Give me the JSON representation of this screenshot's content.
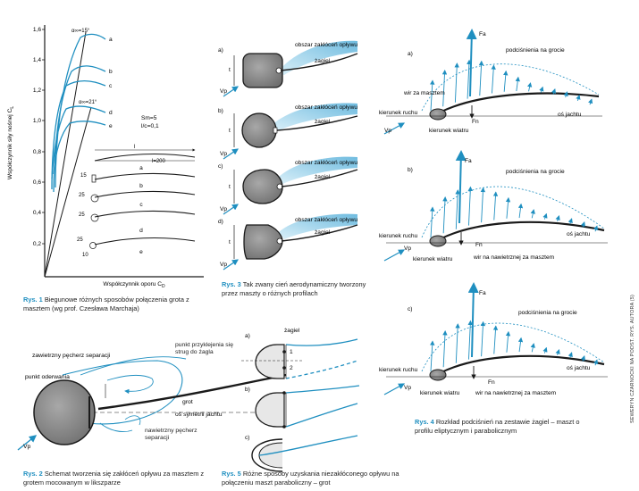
{
  "colors": {
    "accent": "#1f8fc0",
    "light_blue": "#bfe3f3",
    "dark": "#1a1a1a",
    "body_grey": "#8a8a8a"
  },
  "fig1": {
    "ylabel": "Współczynnik siły nośnej C",
    "ylabel_sub": "L",
    "xlabel": "Współczynnik oporu C",
    "xlabel_sub": "D",
    "y_ticks": [
      "0,2",
      "0,4",
      "0,6",
      "0,8",
      "1,0",
      "1,2",
      "1,4",
      "1,6"
    ],
    "alpha_15": "α∞=15°",
    "alpha_21": "α∞=21°",
    "curve_labels": [
      "a",
      "b",
      "c",
      "d",
      "e"
    ],
    "sm_label": "Sm=5",
    "lc_label": "l/c=0,1",
    "dim_l": "l",
    "dim_l200": "l=200",
    "dim_15": "15",
    "dim_25a": "25",
    "dim_25b": "25",
    "dim_25c": "25",
    "dim_10": "10",
    "caption_label": "Rys. 1",
    "caption_text": "Biegunowe różnych sposobów połączenia grota z masztem (wg prof. Czesława Marchaja)"
  },
  "fig2": {
    "leeward_bubble": "zawietrzny pęcherz separacji",
    "reattach_point": "punkt przyklejenia się strug do żagla",
    "separation_point": "punkt oderwania",
    "mainsail": "grot",
    "symmetry_axis": "oś symetrii jachtu",
    "windward_bubble": "nawietrzny pęcherz separacji",
    "vp": "Vp",
    "caption_label": "Rys. 2",
    "caption_text": "Schemat tworzenia się zakłóceń opływu za masztem z grotem mocowanym w likszparze"
  },
  "fig3": {
    "panels": [
      "a)",
      "b)",
      "c)",
      "d)"
    ],
    "disturbance": "obszar zakłóceń opływu",
    "sail": "żagiel",
    "t": "t",
    "vp": "Vp",
    "caption_label": "Rys. 3",
    "caption_text": "Tak zwany cień aerodynamiczny tworzony przez maszty o różnych profilach"
  },
  "fig4": {
    "panels": [
      "a)",
      "b)",
      "c)"
    ],
    "fa": "Fa",
    "fn": "Fn",
    "suction": "podciśnienia na grocie",
    "wake": "wir za masztem",
    "motion_dir": "kierunek ruchu",
    "wind_dir": "kierunek wiatru",
    "yacht_axis": "oś jachtu",
    "windward_vortex": "wir na nawietrznej za masztem",
    "vp": "Vp",
    "caption_label": "Rys. 4",
    "caption_text": "Rozkład podciśnień na zestawie żagiel – maszt o profilu eliptycznym i parabolicznym"
  },
  "fig5": {
    "panels": [
      "a)",
      "b)",
      "c)"
    ],
    "sail": "żagiel",
    "n1": "1",
    "n2": "2",
    "caption_label": "Rys. 5",
    "caption_text": "Różne sposoby uzyskania niezakłóconego opływu na połączeniu maszt paraboliczny – grot"
  },
  "credit": "SEWERYN CZARNOCKI NA PODST. RYS. AUTORA (5)"
}
